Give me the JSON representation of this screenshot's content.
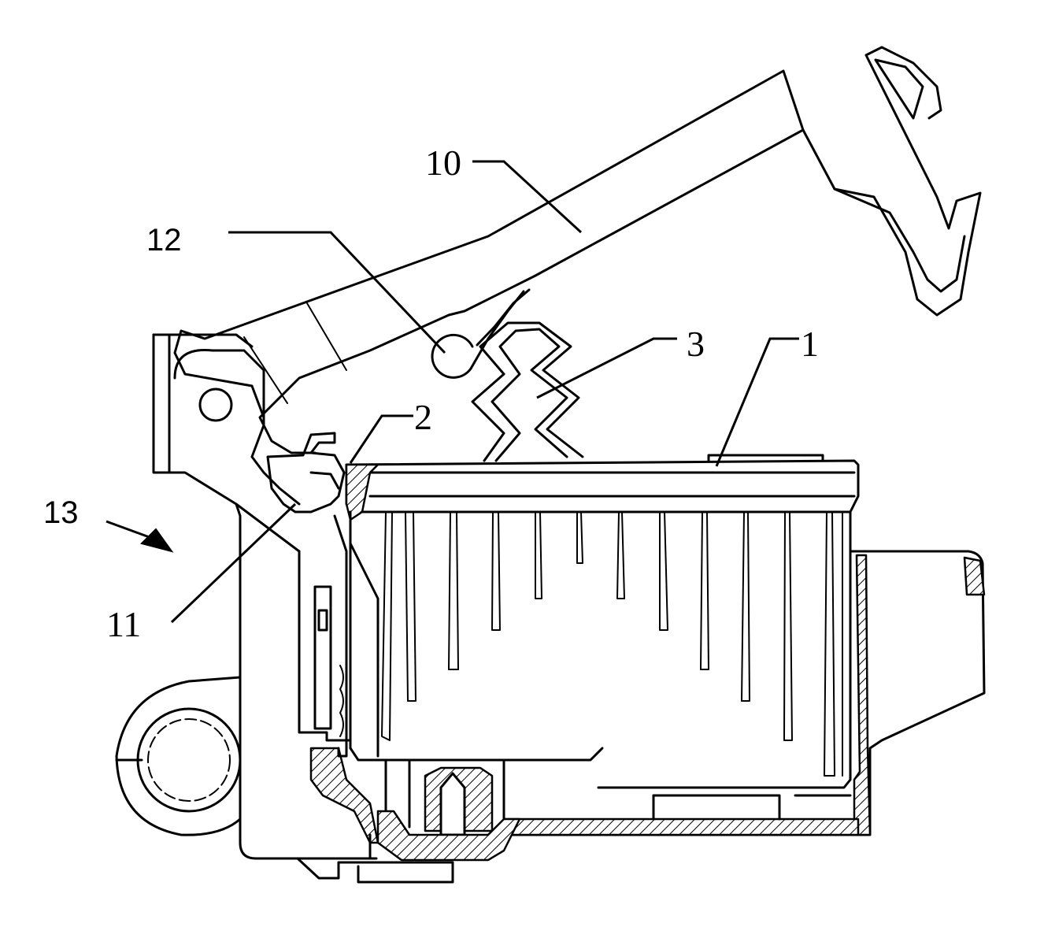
{
  "labels": {
    "l1": "1",
    "l2": "2",
    "l3": "3",
    "l10": "10",
    "l11": "11",
    "l12": "12",
    "l13": "13"
  }
}
